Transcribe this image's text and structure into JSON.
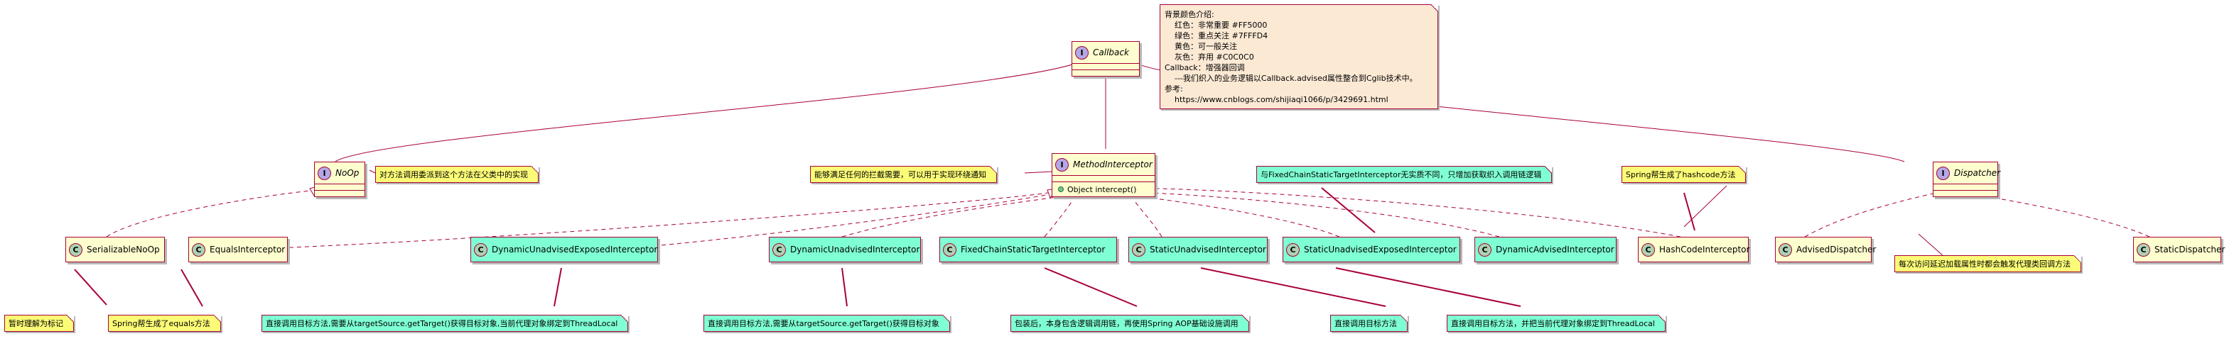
{
  "colors": {
    "red": "#FF5000",
    "green": "#7FFFD4",
    "yellow": "#FEFECE",
    "gray": "#C0C0C0",
    "note_yellow": "#FBFB77",
    "note_beige": "#FBE9D4",
    "border": "#A80036"
  },
  "interfaces": {
    "callback": "Callback",
    "noop": "NoOp",
    "method_interceptor": "MethodInterceptor",
    "method_interceptor_method": "Object intercept()",
    "dispatcher": "Dispatcher"
  },
  "classes": {
    "serializable_noop": "SerializableNoOp",
    "equals_interceptor": "EqualsInterceptor",
    "dynamic_unadvised_exposed": "DynamicUnadvisedExposedInterceptor",
    "dynamic_unadvised": "DynamicUnadvisedInterceptor",
    "fixed_chain": "FixedChainStaticTargetInterceptor",
    "static_unadvised": "StaticUnadvisedInterceptor",
    "static_unadvised_exposed": "StaticUnadvisedExposedInterceptor",
    "dynamic_advised": "DynamicAdvisedInterceptor",
    "hashcode_interceptor": "HashCodeInterceptor",
    "advised_dispatcher": "AdvisedDispatcher",
    "static_dispatcher": "StaticDispatcher"
  },
  "badges": {
    "class": "C",
    "interface": "I"
  },
  "notes": {
    "legend": [
      "背景颜色介绍:",
      "    红色：非常重要 #FF5000",
      "    绿色：重点关注 #7FFFD4",
      "    黄色：可一般关注",
      "    灰色：弃用 #C0C0C0",
      "Callback：增强器回调",
      "    ---我们织入的业务逻辑以Callback.advised属性整合到Cglib技术中。",
      "参考:",
      "    https://www.cnblogs.com/shijiaqi1066/p/3429691.html"
    ],
    "noop": "对方法调用委派到这个方法在父类中的实现",
    "method_interceptor": "能够满足任何的拦截需要，可以用于实现环绕通知",
    "fixed_chain_top": "与FixedChainStaticTargetInterceptor无实质不同，只增加获取织入调用链逻辑",
    "hashcode": "Spring帮生成了hashcode方法",
    "dispatcher": "每次访问延迟加载属性时都会触发代理类回调方法",
    "serializable": "暂时理解为标记",
    "equals": "Spring帮生成了equals方法",
    "dyn_exposed": "直接调用目标方法,需要从targetSource.getTarget()获得目标对象,当前代理对象绑定到ThreadLocal",
    "dyn_unadvised": "直接调用目标方法,需要从targetSource.getTarget()获得目标对象",
    "fixed_chain": "包装后，本身包含逻辑调用链，再使用Spring AOP基础设施调用",
    "static_unadvised": "直接调用目标方法",
    "static_exposed": "直接调用目标方法，并把当前代理对象绑定到ThreadLocal"
  }
}
